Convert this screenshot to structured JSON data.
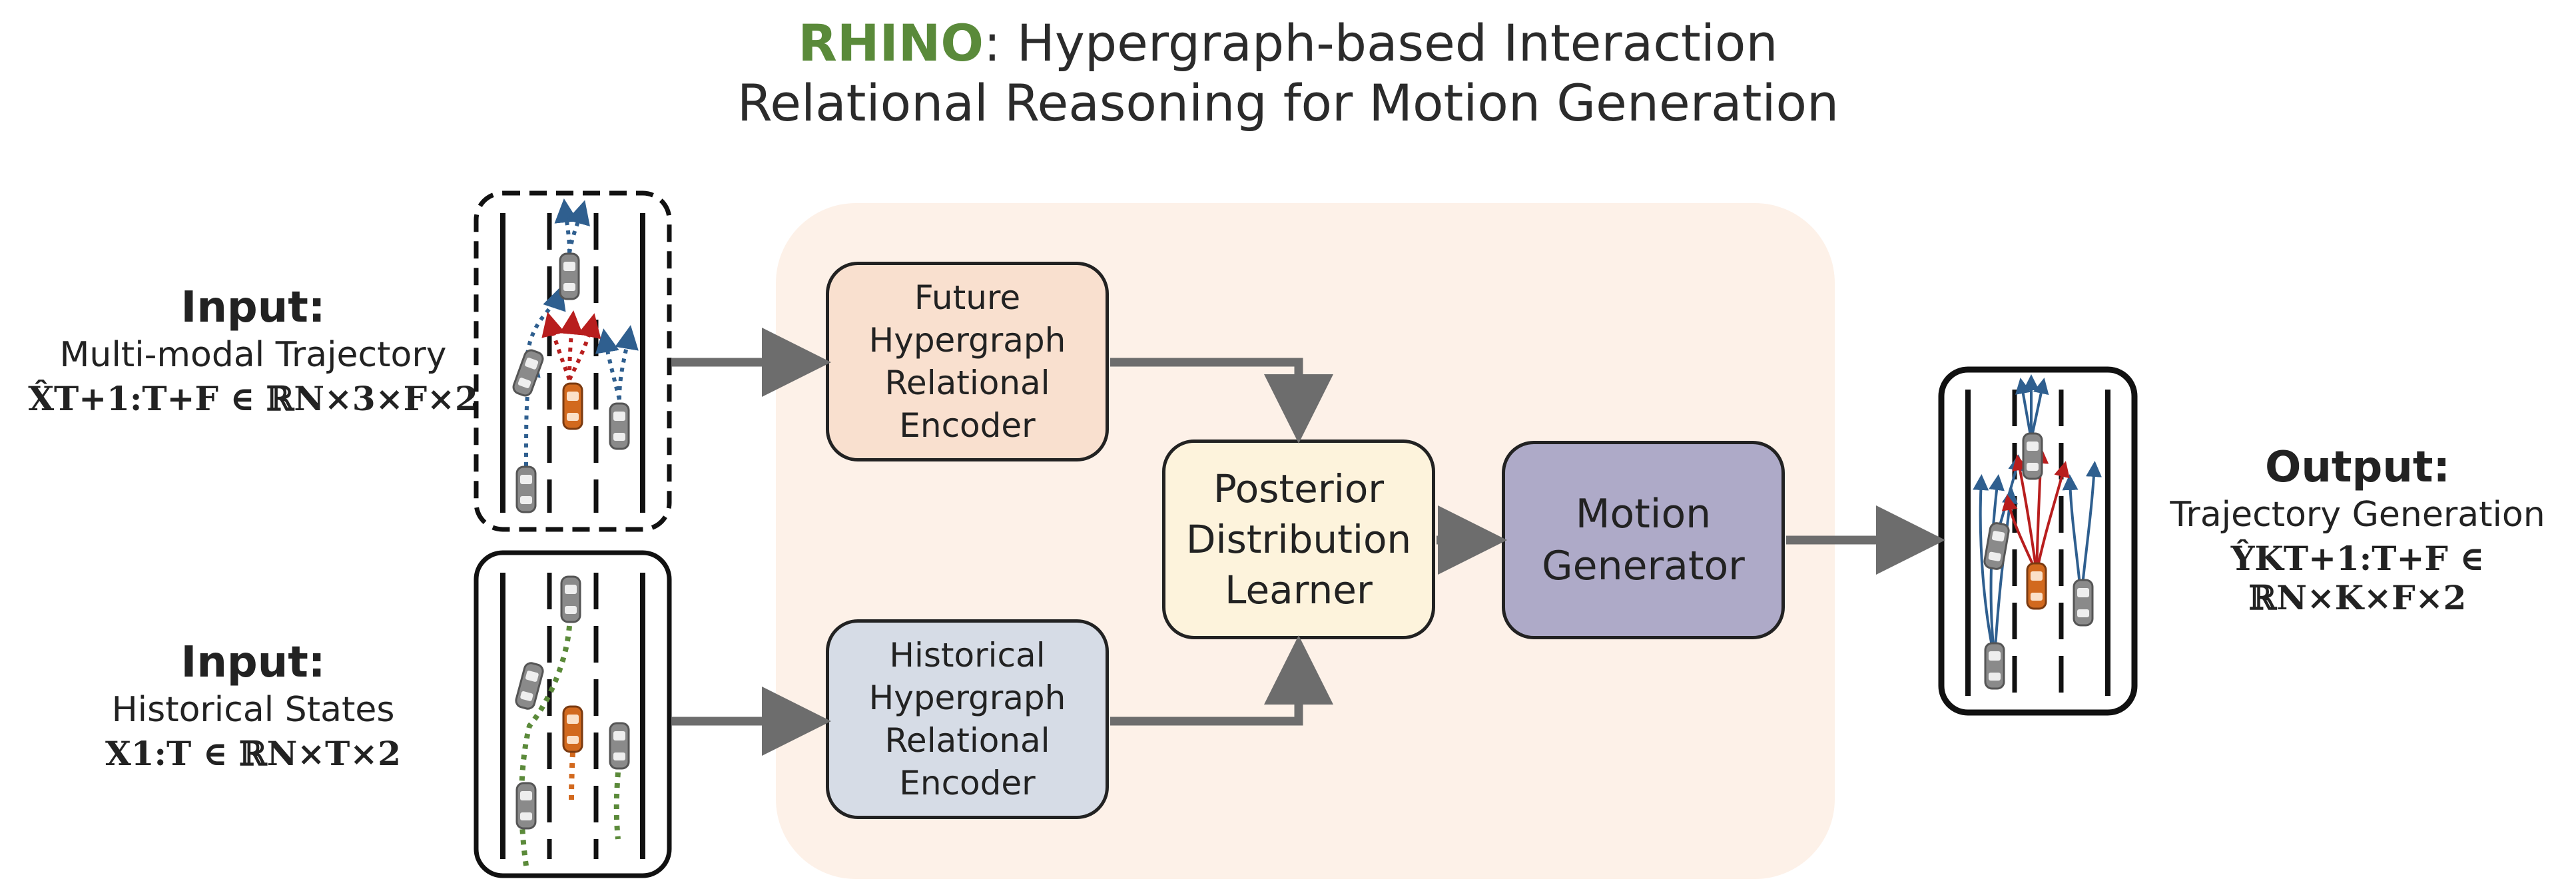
{
  "title": {
    "brand": "RHINO",
    "line1_rest": ": Hypergraph-based Interaction",
    "line2": "Relational Reasoning for Motion Generation"
  },
  "inputs": {
    "top": {
      "heading": "Input:",
      "subtitle": "Multi-modal Trajectory",
      "math": "X̂T+1:T+F ∈ ℝN×3×F×2"
    },
    "bottom": {
      "heading": "Input:",
      "subtitle": "Historical States",
      "math": "X1:T ∈ ℝN×T×2"
    }
  },
  "output": {
    "heading": "Output:",
    "subtitle": "Trajectory Generation",
    "math": "ŶKT+1:T+F ∈ ℝN×K×F×2"
  },
  "modules": {
    "future_encoder": "Future\nHypergraph\nRelational\nEncoder",
    "historical_encoder": "Historical\nHypergraph\nRelational\nEncoder",
    "posterior": "Posterior\nDistribution\nLearner",
    "motion_generator": "Motion\nGenerator"
  },
  "colors": {
    "brand_green": "#5a8a3a",
    "background_panel": "#fdf1e8",
    "future_box": "#f9e0cf",
    "historical_box": "#d6dce6",
    "posterior_box": "#fdf3dc",
    "motion_box": "#aeaac8",
    "arrow": "#6d6d6d",
    "traj_blue": "#2f5f8f",
    "traj_red": "#b81e1e",
    "traj_green": "#5b8a3a",
    "ego_car": "#d2691e",
    "other_car": "#8a8a8a"
  }
}
